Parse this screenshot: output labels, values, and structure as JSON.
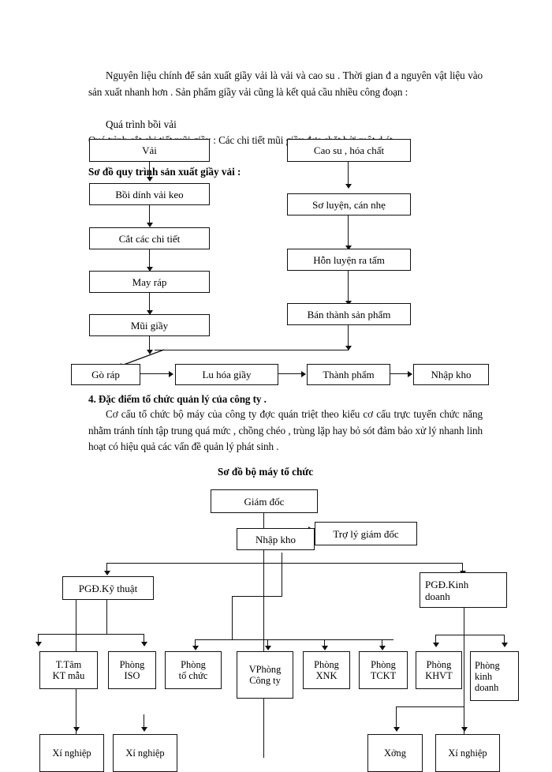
{
  "document": {
    "paragraphs": {
      "intro": "Nguyên liệu chính để sản xuất giầy vải là vải và cao su . Thời gian đ a nguyên vật liệu vào sản xuất nhanh hơn . Sản phẩm giầy vải cũng là kết quả cầu nhiều công đoạn :",
      "line_boi_vai": "Quá trình bồi vải",
      "line_cat_chi_tiet": "Quá trình cắt chi tiết mũi giầy : Các chi tiết mũi giầy đợc     chặt bởi một d                          ét .",
      "line_so_do": "Sơ đồ quy trình sản xuất giầy vải :",
      "section_heading": "4. Đặc điểm tổ chức quản lý của công ty .",
      "section_body": "Cơ cấu tổ  chức bộ máy của công ty đợc  quán triệt theo kiểu cơ cấu trực tuyến chức năng nhằm tránh tính tập trung quá mức , chồng chéo , trùng lặp hay bỏ sót đảm bảo xử lý nhanh linh hoạt có hiệu quả các vấn đề quản lý phát sinh .",
      "org_chart_title": "Sơ đồ bộ máy tổ chức"
    }
  },
  "production_flowchart": {
    "inputs": {
      "vai": "Vải",
      "cao_su": "Cao su , hóa chất"
    },
    "left_column": [
      "Bồi dính vải keo",
      "Cắt các chi tiết",
      "May ráp",
      "Mũi giầy"
    ],
    "right_column": [
      "Sơ luyện, cán nhẹ",
      "Hỗn luyện ra tấm",
      "Bán thành sản phẩm"
    ],
    "bottom_row": [
      "Gò ráp",
      "Lu   hóa giầy",
      "Thành phẩm",
      "Nhập kho"
    ]
  },
  "org_chart": {
    "director": "Giám đốc",
    "overlap_box": "Nhập kho",
    "assistant": "Trợ lý giám đốc",
    "deputies": {
      "technical": "PGĐ.Kỹ thuật",
      "business": "PGĐ.Kinh\ndoanh"
    },
    "departments": [
      "T.Tâm\nKT mẫu",
      "Phòng\nISO",
      "Phòng\ntổ chức",
      "VPhòng\nCông ty",
      "Phòng\nXNK",
      "Phòng\nTCKT",
      "Phòng\nKHVT",
      "Phòng\nkinh\ndoanh"
    ],
    "units": [
      "Xí nghiệp",
      "Xí nghiệp",
      "Xởng",
      "Xí nghiệp"
    ]
  }
}
